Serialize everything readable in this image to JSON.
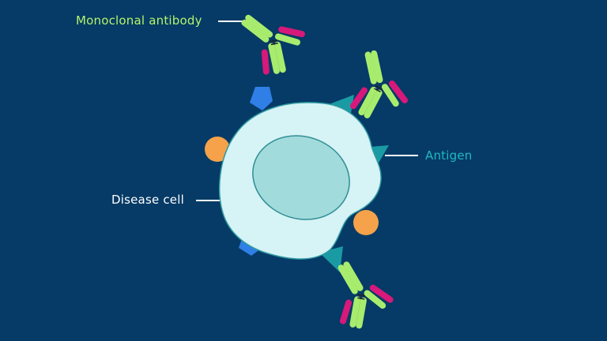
{
  "labels": {
    "antibody": "Monoclonal antibody",
    "antigen": "Antigen",
    "cell": "Disease cell"
  },
  "colors": {
    "background": "#053b66",
    "cell_fill": "#d6f3f5",
    "nucleus_fill": "#a2dbdc",
    "antigen_teal": "#1a9ba3",
    "receptor_blue": "#2f7fe6",
    "receptor_orange": "#f5a24a",
    "antibody_green": "#a8ec6e",
    "antibody_pink": "#d6197a",
    "antibody_label": "#b5f26a",
    "antigen_label": "#22b8c4",
    "cell_label": "#ffffff"
  }
}
